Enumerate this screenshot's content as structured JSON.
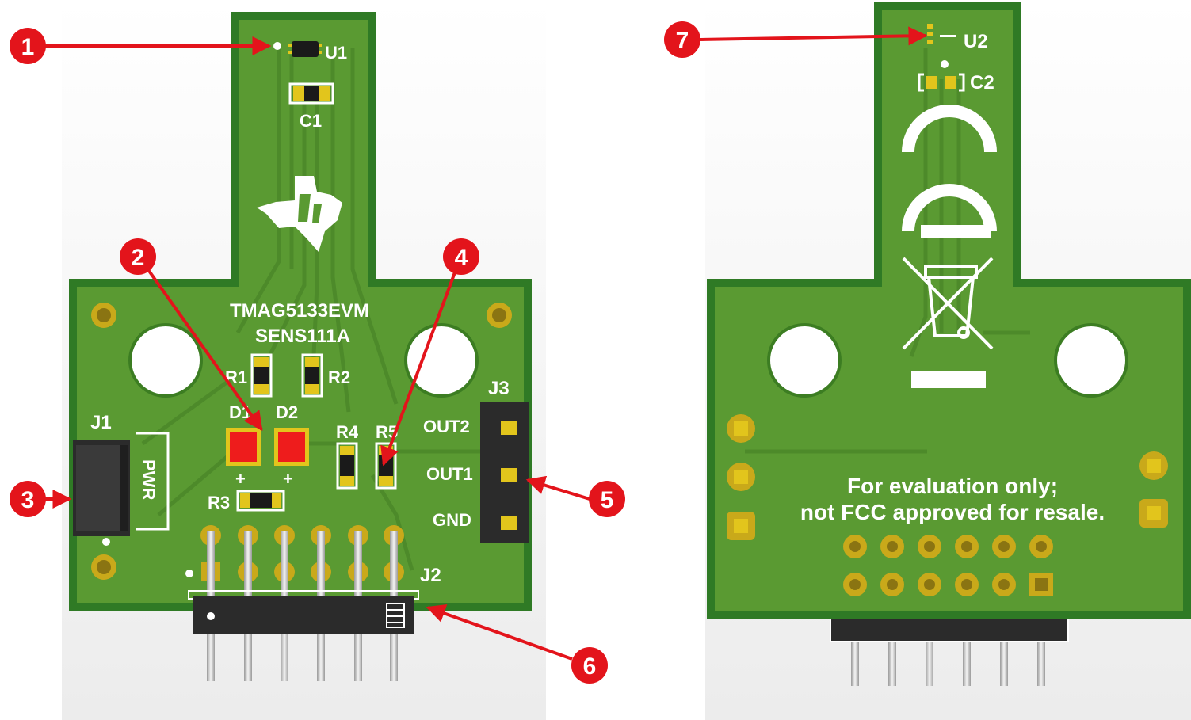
{
  "front": {
    "labels": {
      "board_name": "TMAG5133EVM",
      "board_id": "SENS111A",
      "u1": "U1",
      "c1": "C1",
      "r1": "R1",
      "r2": "R2",
      "r3": "R3",
      "r4": "R4",
      "r5": "R5",
      "d1": "D1",
      "d2": "D2",
      "j1": "J1",
      "j2": "J2",
      "j3": "J3",
      "pwr": "PWR",
      "out2": "OUT2",
      "out1": "OUT1",
      "gnd": "GND",
      "plus_d1": "+",
      "plus_d2": "+"
    }
  },
  "back": {
    "labels": {
      "u2": "U2",
      "c2": "C2",
      "notice_line1": "For evaluation only;",
      "notice_line2": "not FCC approved for resale."
    }
  },
  "callouts": [
    {
      "number": "1",
      "target": "U1 sensor"
    },
    {
      "number": "2",
      "target": "LED D1"
    },
    {
      "number": "3",
      "target": "J1 power jumper"
    },
    {
      "number": "4",
      "target": "R5"
    },
    {
      "number": "5",
      "target": "J3 output header"
    },
    {
      "number": "6",
      "target": "J2 header"
    },
    {
      "number": "7",
      "target": "U2 sensor footprint"
    }
  ],
  "colors": {
    "pcb_green": "#5a9a32",
    "pcb_edge": "#2f7a25",
    "silkscreen": "#ffffff",
    "callout_red": "#e3141b",
    "led_red": "#ee1c1c",
    "gold_pad": "#e2c51c",
    "header_black": "#2b2b2b"
  }
}
